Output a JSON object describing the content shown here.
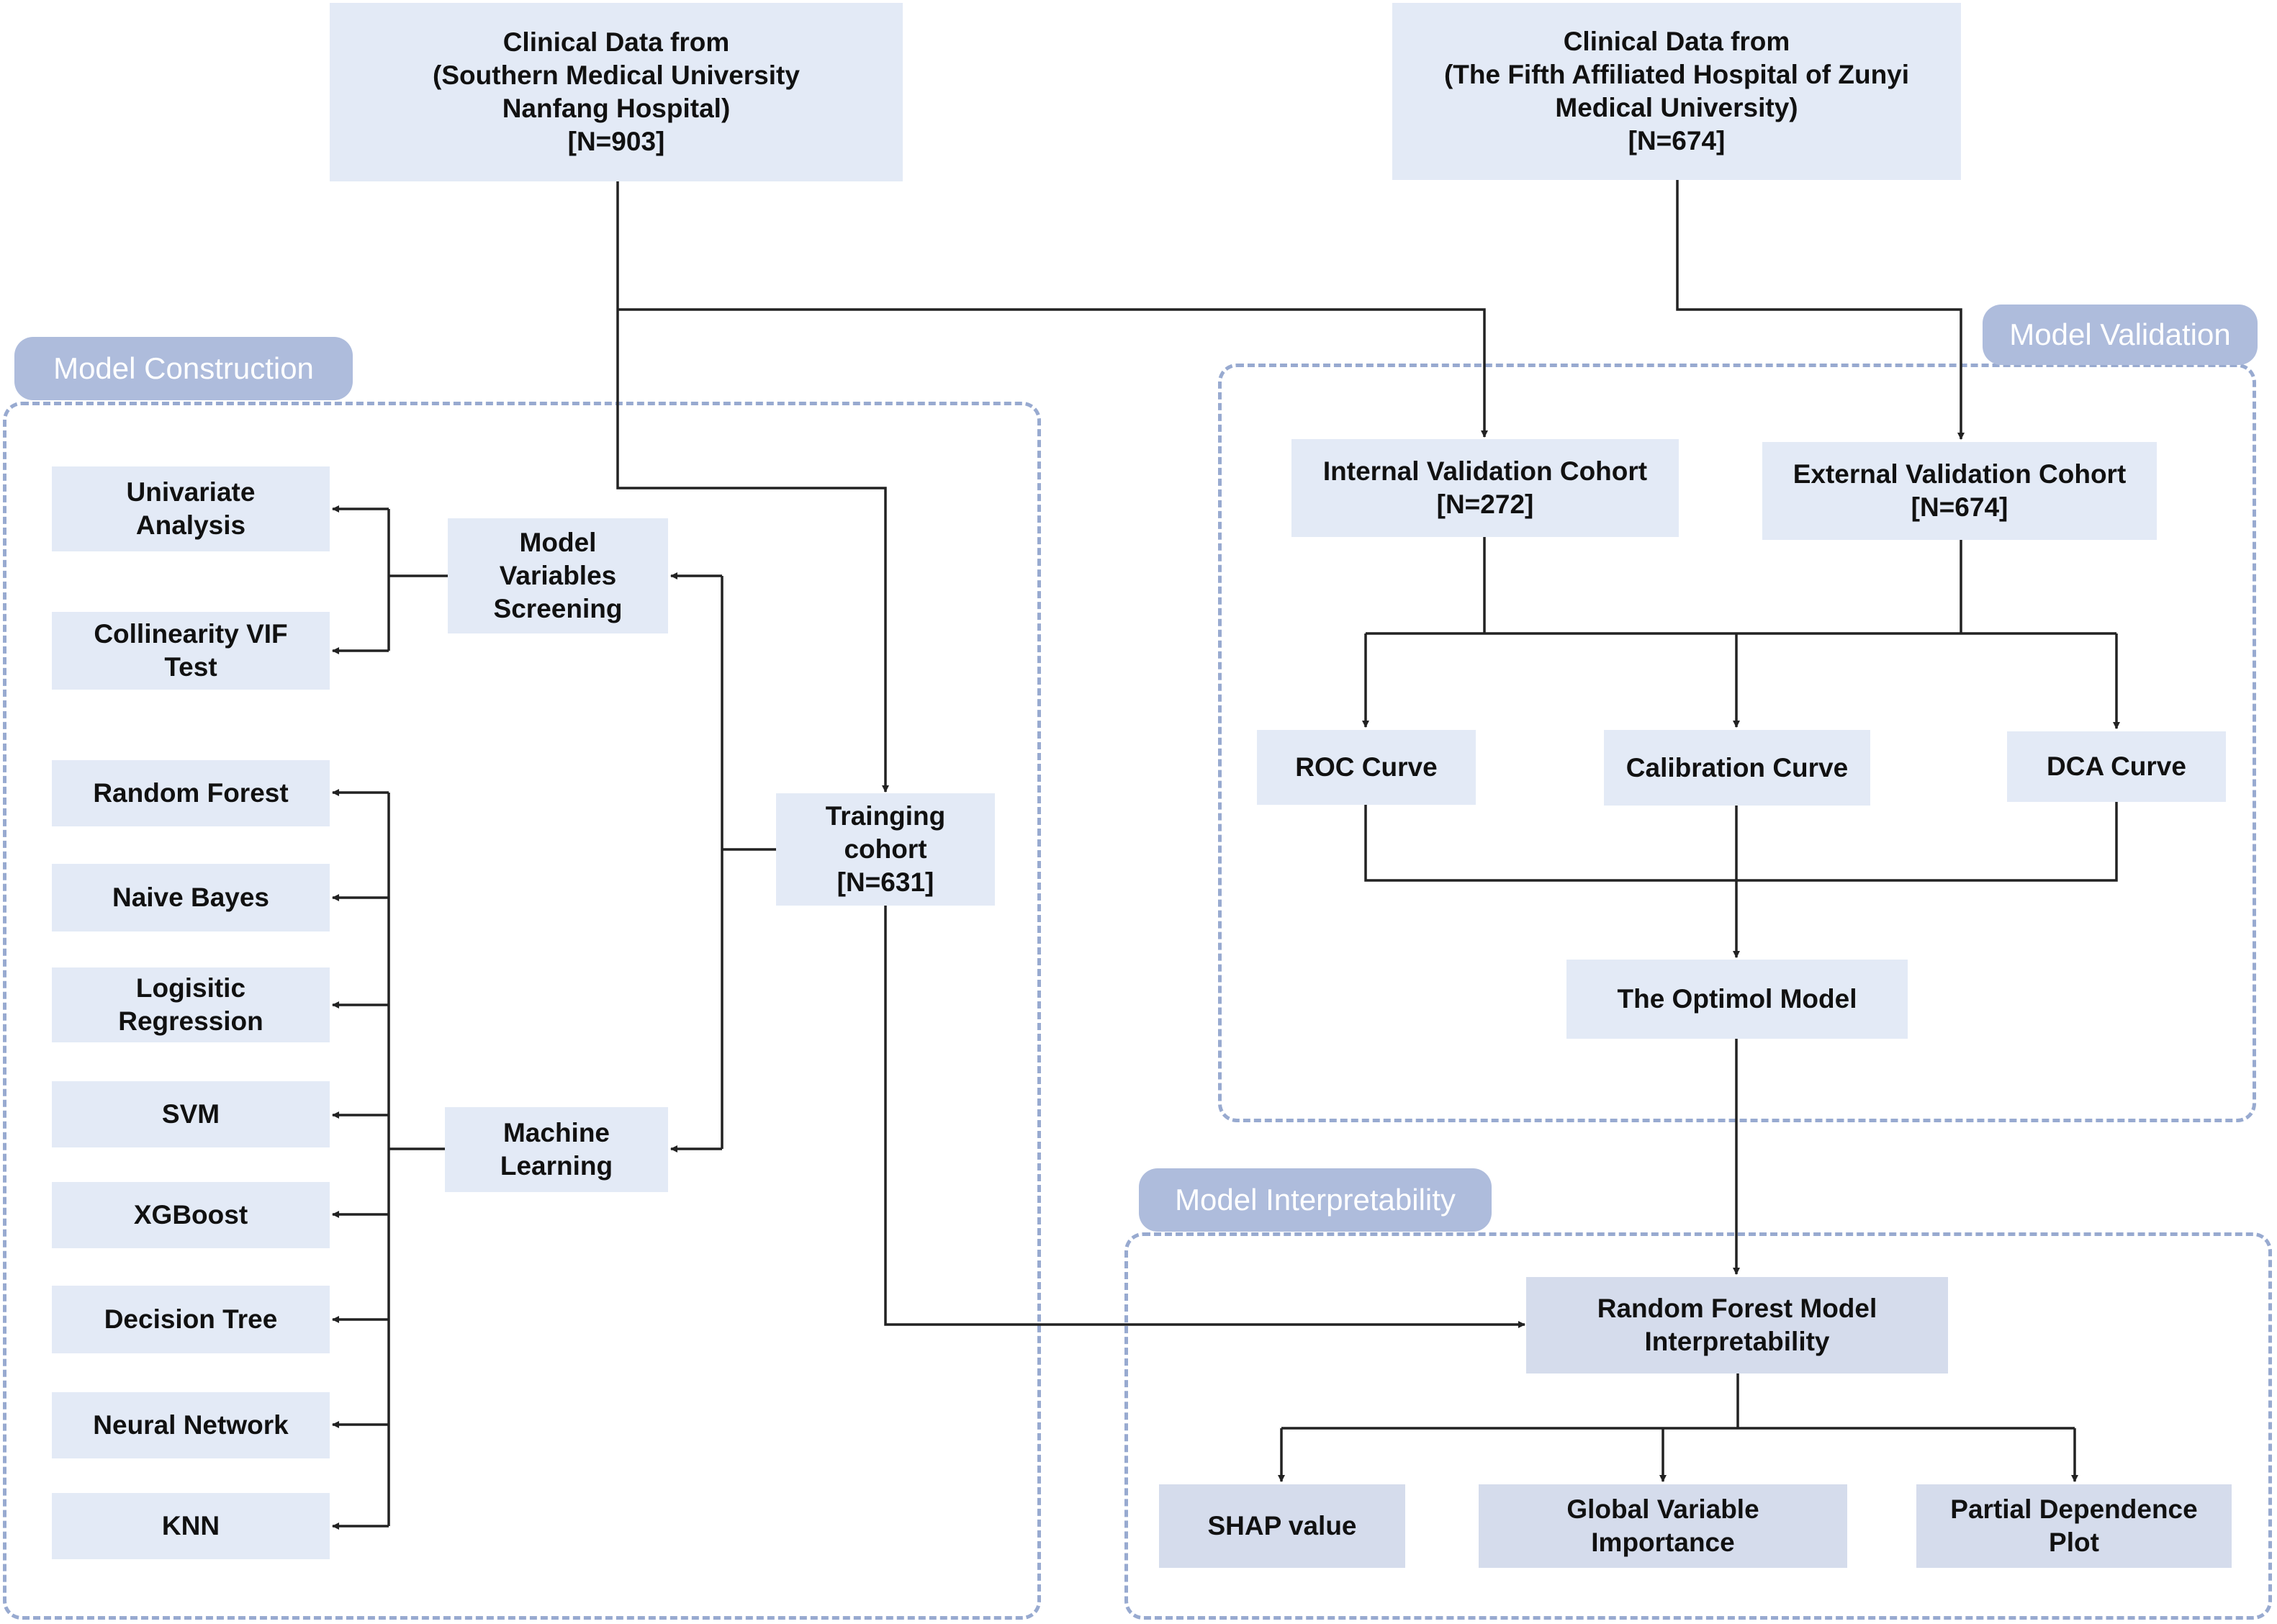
{
  "sources": {
    "nanfang": "Clinical Data from\n(Southern Medical University\nNanfang Hospital)\n[N=903]",
    "zunyi": "Clinical Data from\n(The Fifth Affiliated Hospital of Zunyi\nMedical University)\n[N=674]"
  },
  "sections": {
    "construction": "Model Construction",
    "validation": "Model Validation",
    "interpretability": "Model Interpretability"
  },
  "construction": {
    "univariate": "Univariate\nAnalysis",
    "collinearity": "Collinearity VIF\nTest",
    "screening": "Model\nVariables\nScreening",
    "machine_learning": "Machine\nLearning",
    "training": "Trainging\ncohort\n[N=631]",
    "algorithms": [
      "Random Forest",
      "Naive Bayes",
      "Logisitic\nRegression",
      "SVM",
      "XGBoost",
      "Decision Tree",
      "Neural Network",
      "KNN"
    ]
  },
  "validation": {
    "internal": "Internal Validation Cohort\n[N=272]",
    "external": "External Validation Cohort\n[N=674]",
    "roc": "ROC Curve",
    "calibration": "Calibration Curve",
    "dca": "DCA Curve",
    "optimal": "The Optimol Model"
  },
  "interpretability": {
    "rf": "Random Forest Model\nInterpretability",
    "shap": "SHAP value",
    "global": "Global Variable\nImportance",
    "pdp": "Partial Dependence\nPlot"
  }
}
